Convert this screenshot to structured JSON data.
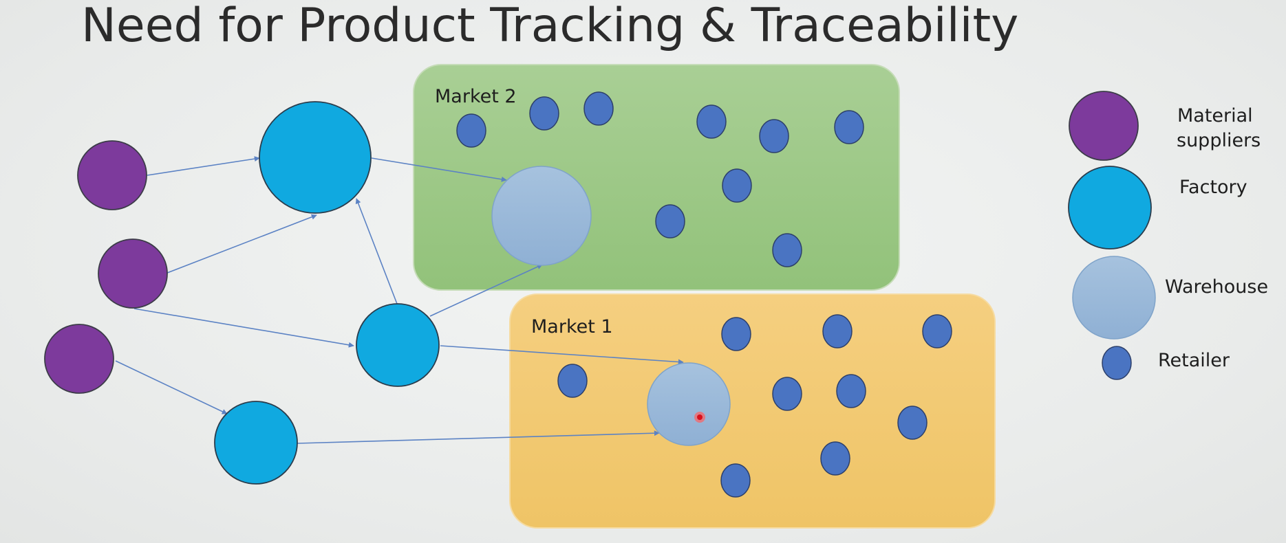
{
  "title": "Need for Product Tracking & Traceability",
  "colors": {
    "material_supplier": "#7d3a9c",
    "factory": "#10a9e0",
    "warehouse": "#98b6d6",
    "retailer": "#4a74c2",
    "market_2_fill": "#9fc989",
    "market_1_fill": "#f2c872",
    "arrow": "#5b82c4",
    "pointer": "#e0202a"
  },
  "markets": [
    {
      "id": "market-2",
      "label": "Market 2"
    },
    {
      "id": "market-1",
      "label": "Market 1"
    }
  ],
  "legend": [
    {
      "id": "material-suppliers",
      "lines": [
        "Material",
        "suppliers"
      ],
      "icon": "purple-circle"
    },
    {
      "id": "factory",
      "lines": [
        "Factory"
      ],
      "icon": "cyan-circle"
    },
    {
      "id": "warehouse",
      "lines": [
        "Warehouse"
      ],
      "icon": "light-blue-circle"
    },
    {
      "id": "retailer",
      "lines": [
        "Retailer"
      ],
      "icon": "small-blue-circle"
    }
  ]
}
